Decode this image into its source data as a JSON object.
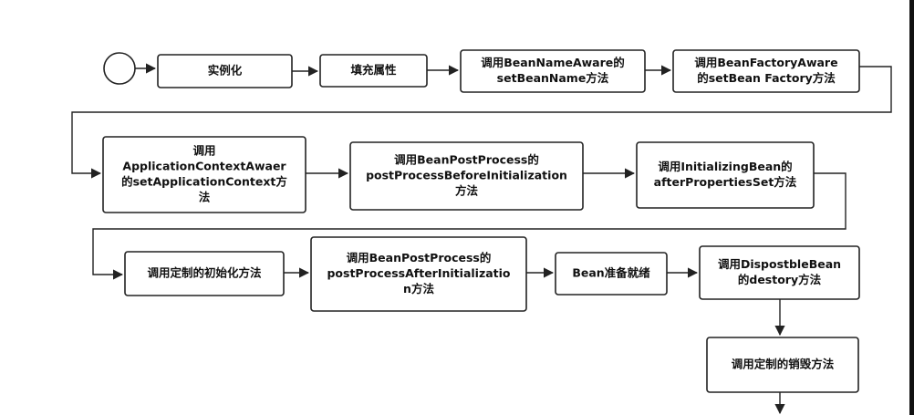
{
  "diagram": {
    "type": "flowchart",
    "start_node": "start",
    "nodes": [
      {
        "id": "instantiate",
        "lines": [
          "实例化"
        ]
      },
      {
        "id": "populate",
        "lines": [
          "填充属性"
        ]
      },
      {
        "id": "bean-name-aware",
        "lines": [
          "调用BeanNameAware的",
          "setBeanName方法"
        ]
      },
      {
        "id": "bean-factory-aware",
        "lines": [
          "调用BeanFactoryAware",
          "的setBean Factory方法"
        ]
      },
      {
        "id": "app-context-aware",
        "lines": [
          "调用",
          "ApplicationContextAwaer",
          "的setApplicationContext方",
          "法"
        ]
      },
      {
        "id": "post-before",
        "lines": [
          "调用BeanPostProcess的",
          "postProcessBeforeInitialization",
          "方法"
        ]
      },
      {
        "id": "initializing-bean",
        "lines": [
          "调用InitializingBean的",
          "afterPropertiesSet方法"
        ]
      },
      {
        "id": "custom-init",
        "lines": [
          "调用定制的初始化方法"
        ]
      },
      {
        "id": "post-after",
        "lines": [
          "调用BeanPostProcess的",
          "postProcessAfterInitializatio",
          "n方法"
        ]
      },
      {
        "id": "bean-ready",
        "lines": [
          "Bean准备就绪"
        ]
      },
      {
        "id": "disposable-bean",
        "lines": [
          "调用DispostbleBean",
          "的destory方法"
        ]
      },
      {
        "id": "custom-destroy",
        "lines": [
          "调用定制的销毁方法"
        ]
      }
    ],
    "edges": [
      [
        "start",
        "instantiate"
      ],
      [
        "instantiate",
        "populate"
      ],
      [
        "populate",
        "bean-name-aware"
      ],
      [
        "bean-name-aware",
        "bean-factory-aware"
      ],
      [
        "bean-factory-aware",
        "app-context-aware"
      ],
      [
        "app-context-aware",
        "post-before"
      ],
      [
        "post-before",
        "initializing-bean"
      ],
      [
        "initializing-bean",
        "custom-init"
      ],
      [
        "custom-init",
        "post-after"
      ],
      [
        "post-after",
        "bean-ready"
      ],
      [
        "bean-ready",
        "disposable-bean"
      ],
      [
        "disposable-bean",
        "custom-destroy"
      ]
    ]
  }
}
